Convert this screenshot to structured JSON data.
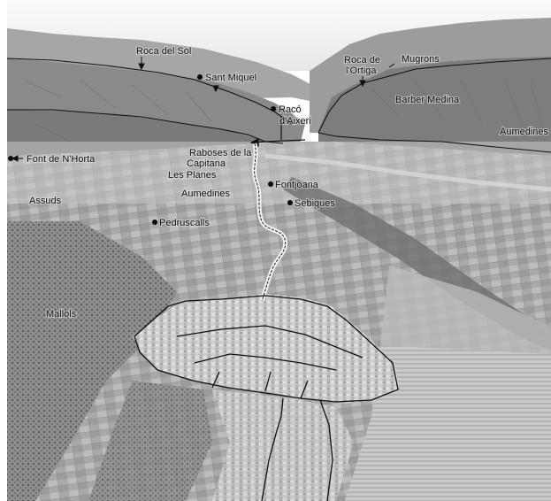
{
  "map": {
    "labels": {
      "roca_del_sol": "Roca del Sol",
      "sant_miquel": "Sant Miquel",
      "raco_line1": "Racó",
      "raco_line2": "d'Aixeri",
      "roca_ortiga_line1": "Roca de",
      "roca_ortiga_line2": "l'Ortiga",
      "mugrons": "Mugrons",
      "barber_medina": "Barber Medina",
      "aumedines_right": "Aumedines",
      "font_de_nhorta": "Font de N'Horta",
      "raboses_line1": "Raboses de la",
      "raboses_line2": "Capitana",
      "les_planes": "Les Planes",
      "aumedines_center": "Aumedines",
      "fontjoana": "Fontjoana",
      "sebiques": "Sebiques",
      "assuds": "Assuds",
      "pedruscalls": "Pedruscalls",
      "mallols": "Mallols"
    }
  }
}
